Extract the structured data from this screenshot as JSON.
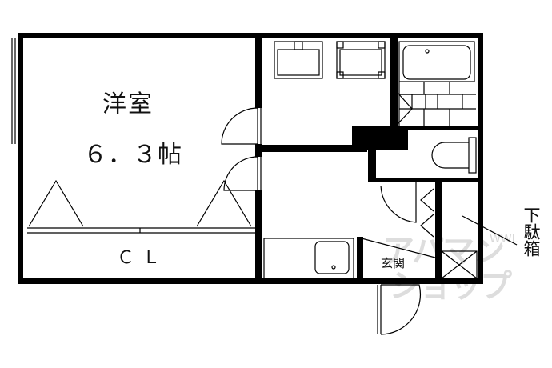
{
  "rooms": {
    "western_room_name": "洋室",
    "western_room_size": "６．３帖",
    "closet": "ＣＬ",
    "entrance": "玄関",
    "shoe_box": "下駄箱"
  },
  "watermark": {
    "line1": "アパマン",
    "line2": "ショップ",
    "sub": "WWL"
  }
}
